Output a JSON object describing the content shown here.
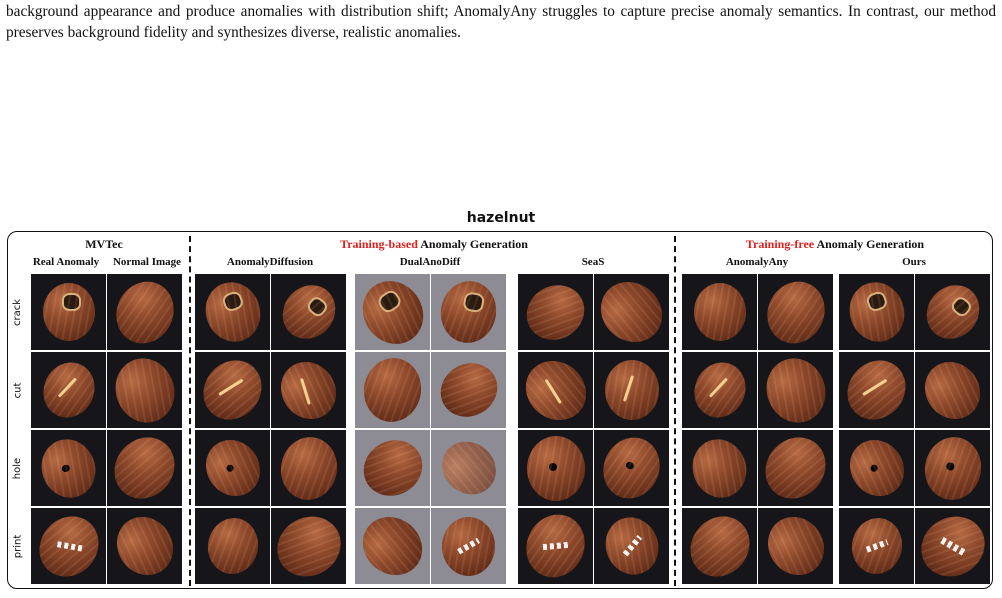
{
  "caption": "background appearance and produce anomalies with distribution shift; AnomalyAny struggles to capture precise anomaly semantics. In contrast, our method preserves background fidelity and synthesizes diverse, realistic anomalies.",
  "figure": {
    "title": "hazelnut",
    "groups": [
      {
        "label": "MVTec"
      },
      {
        "label_red": "Training-based",
        "label_rest": " Anomaly Generation"
      },
      {
        "label_red": "Training-free",
        "label_rest": " Anomaly Generation"
      }
    ],
    "columns": [
      "Real Anomaly",
      "Normal Image",
      "AnomalyDiffusion",
      "DualAnoDiff",
      "SeaS",
      "AnomalyAny",
      "Ours"
    ],
    "rows": [
      "crack",
      "cut",
      "hole",
      "print"
    ]
  }
}
